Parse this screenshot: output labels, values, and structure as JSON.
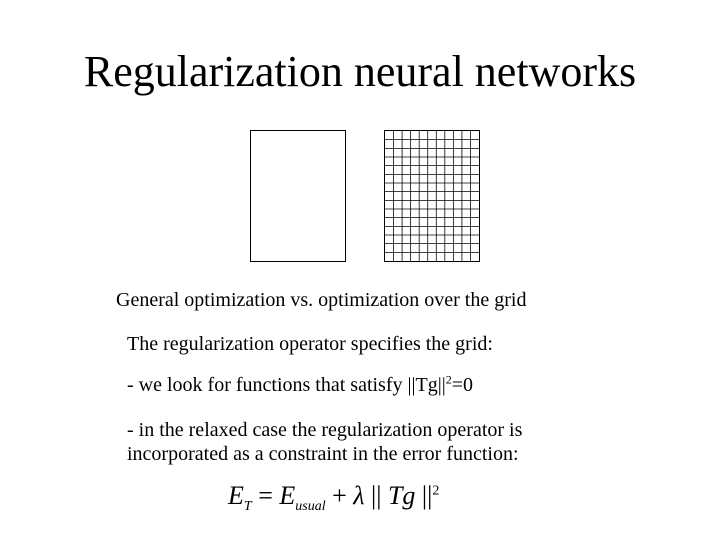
{
  "slide": {
    "title": "Regularization neural networks",
    "caption": "General optimization vs. optimization over the grid",
    "line1": "The regularization operator specifies the grid:",
    "line2_prefix": "- we look for functions that satisfy ||Tg||",
    "line2_sup": "2",
    "line2_suffix": "=0",
    "line3a": "- in the relaxed case the regularization operator is",
    "line3b": "incorporated as a constraint in the error function:"
  },
  "formula": {
    "lhs": "E",
    "lhs_sub": "T",
    "eq": "=",
    "term1": "E",
    "term1_sub": "usual",
    "plus": "+",
    "lambda": "λ",
    "norm_left": "||",
    "operator": "Tg",
    "norm_right": "||",
    "power": "2"
  },
  "figures": {
    "plain_box": "empty-rectangle",
    "grid_box": "gridded-rectangle",
    "grid_cols": 11,
    "grid_rows": 15
  }
}
